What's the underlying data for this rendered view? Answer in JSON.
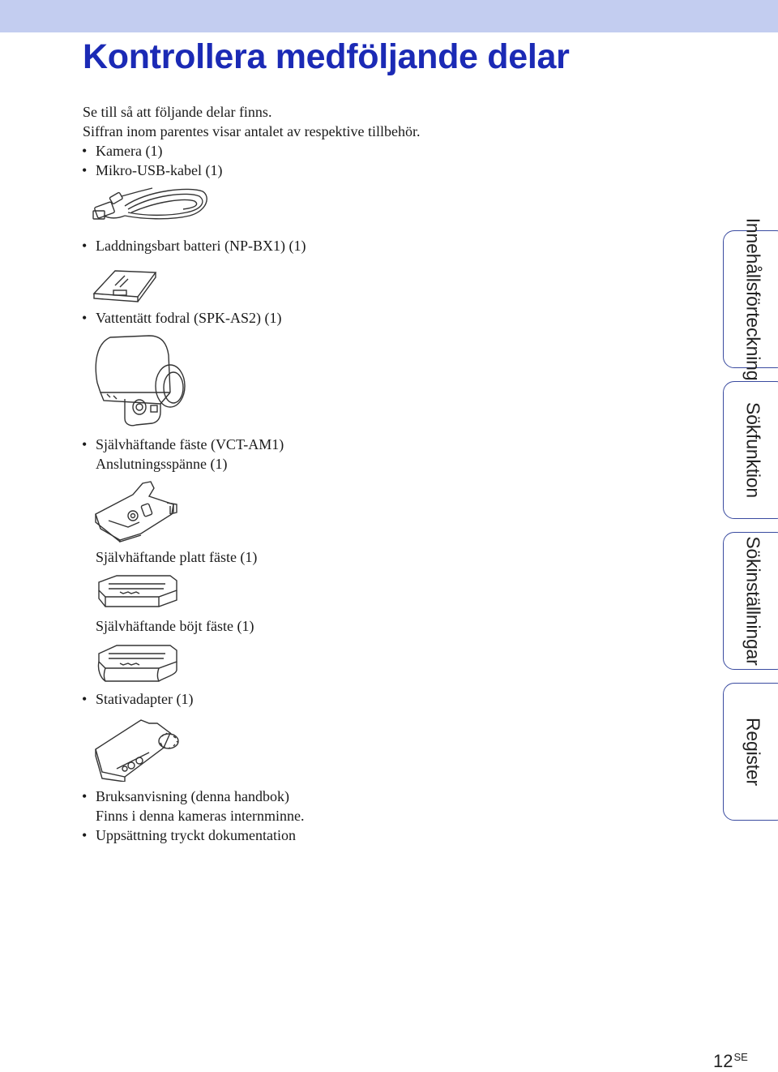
{
  "page": {
    "title": "Kontrollera medföljande delar",
    "intro": [
      "Se till så att följande delar finns.",
      "Siffran inom parentes visar antalet av respektive tillbehör."
    ],
    "items": {
      "camera": "Kamera (1)",
      "usb": "Mikro-USB-kabel (1)",
      "battery": "Laddningsbart batteri (NP-BX1) (1)",
      "housing": "Vattentätt fodral (SPK-AS2) (1)",
      "mount": "Självhäftande fäste (VCT-AM1)",
      "buckle": "Anslutningsspänne (1)",
      "flat_mount": "Självhäftande platt fäste (1)",
      "curved_mount": "Självhäftande böjt fäste (1)",
      "tripod": "Stativadapter (1)",
      "manual": "Bruksanvisning (denna handbok)",
      "manual_note": "Finns i denna kameras internminne.",
      "docs": "Uppsättning tryckt dokumentation"
    },
    "bullet": "•",
    "tabs": [
      "Innehållsförteckning",
      "Sökfunktion",
      "Sökinställningar",
      "Register"
    ],
    "page_number": "12",
    "page_suffix": "SE"
  },
  "colors": {
    "title": "#1b2ab5",
    "header_bar": "#c3cdf0",
    "tab_border": "#3a4ba0"
  },
  "illustrations": [
    "usb-cable",
    "battery",
    "waterproof-housing",
    "buckle",
    "flat-mount",
    "curved-mount",
    "tripod-adapter"
  ]
}
